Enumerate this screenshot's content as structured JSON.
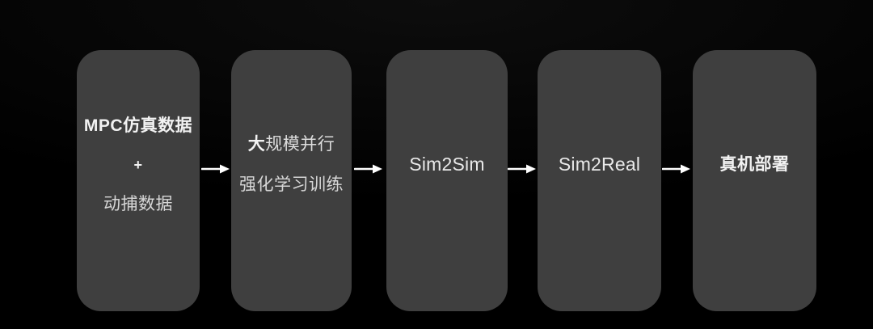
{
  "colors": {
    "background": "#000000",
    "panel": "#3f3f3f",
    "text_bright": "#f2f2f2",
    "text_regular": "#d6d6d6",
    "arrow": "#ffffff"
  },
  "flow": {
    "steps": [
      {
        "line1": "MPC仿真数据",
        "line2": "+",
        "line3": "动捕数据"
      },
      {
        "line1_bold": "大",
        "line1_rest": "规模并行",
        "line2": "强化学习训练"
      },
      {
        "label": "Sim2Sim"
      },
      {
        "label": "Sim2Real"
      },
      {
        "label": "真机部署"
      }
    ]
  }
}
